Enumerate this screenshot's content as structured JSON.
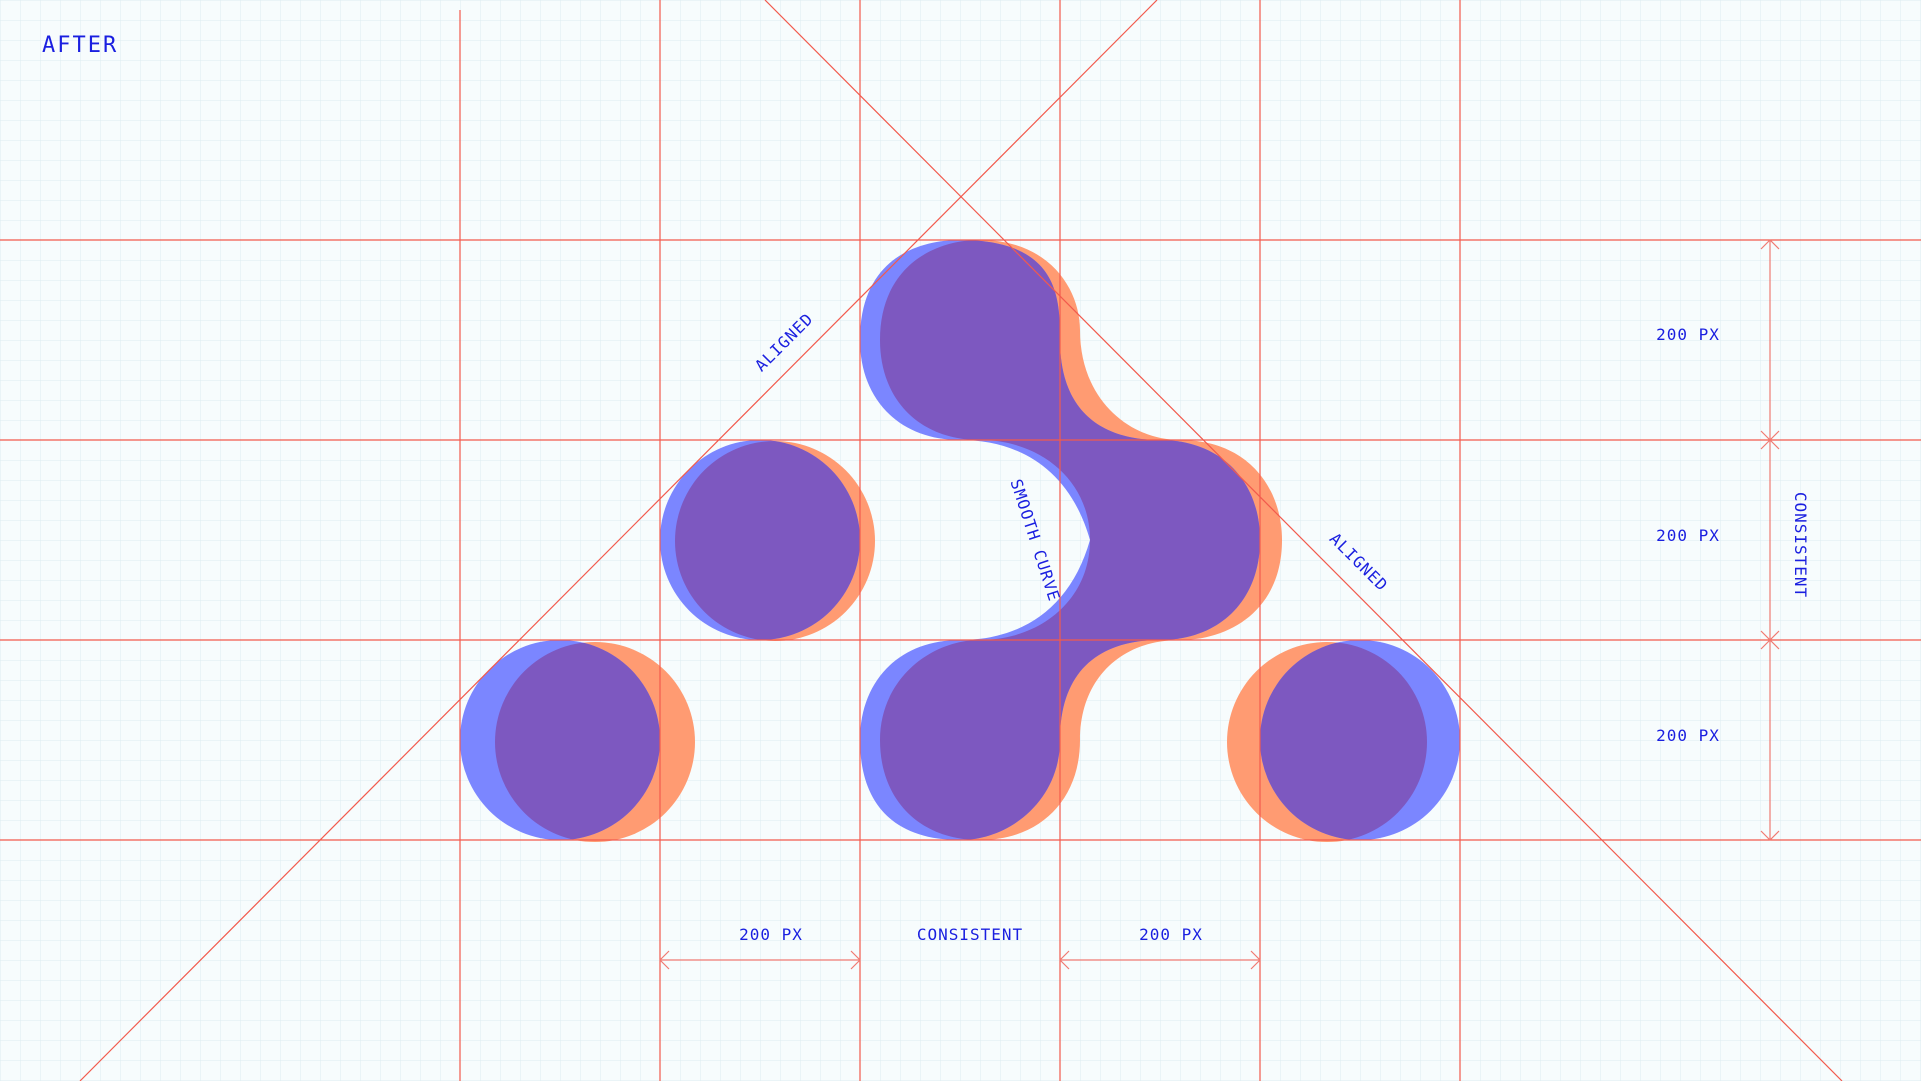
{
  "page": {
    "title": "AFTER"
  },
  "labels": {
    "aligned_left": "ALIGNED",
    "aligned_right": "ALIGNED",
    "smooth_curve": "SMOOTH CURVE",
    "dim_right_top": "200 PX",
    "dim_right_middle": "200 PX",
    "dim_right_bottom": "200 PX",
    "consistent_vertical": "CONSISTENT",
    "dim_bottom_left": "200 PX",
    "consistent_horizontal": "CONSISTENT",
    "dim_bottom_right": "200 PX"
  },
  "colors": {
    "background": "#f7fcfd",
    "grid_minor": "#dcecf1",
    "guide_line": "#f25a4d",
    "dimension_line": "#f07a72",
    "label_text": "#1a1fe0",
    "shape_blue": "#7b86ff",
    "shape_orange": "#ff9b72",
    "shape_overlap": "#7d58c0"
  }
}
